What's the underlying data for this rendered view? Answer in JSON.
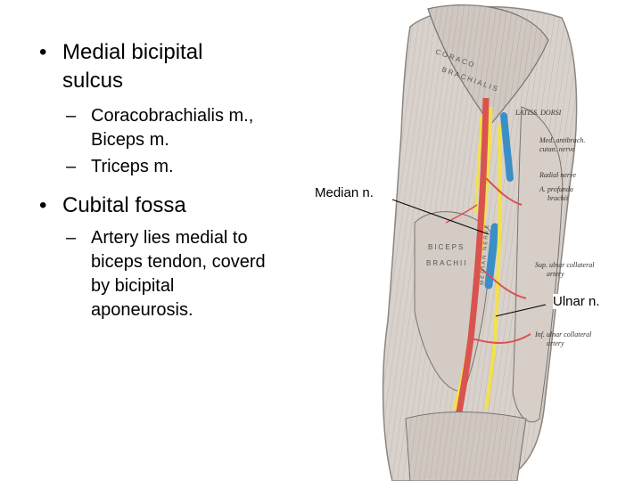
{
  "bullets": {
    "sulcus": {
      "title_line1": "Medial bicipital",
      "title_line2": "sulcus",
      "sub1_line1": "Coracobrachialis m.,",
      "sub1_line2": "Biceps m.",
      "sub2": "Triceps m."
    },
    "fossa": {
      "title": "Cubital fossa",
      "sub1_line1": "Artery lies medial to",
      "sub1_line2": "biceps tendon, coverd",
      "sub1_line3": "by bicipital",
      "sub1_line4": "aponeurosis."
    },
    "bullet_glyph": "•",
    "dash_glyph": "–"
  },
  "figure": {
    "labels": {
      "median": "Median n.",
      "ulnar": "Ulnar n."
    },
    "colors": {
      "muscle": "#d9d2cc",
      "muscle_line": "#8c8580",
      "artery": "#d9534f",
      "nerve": "#f2e14c",
      "vein": "#3b8fc8"
    },
    "plate_text": {
      "coraco": "CORACO",
      "brachialis": "BRACHIALIS",
      "biceps": "BICEPS",
      "brachii": "BRACHII",
      "lateral_cut": "LATISS. DORSI",
      "med_antibrach_1": "Med. antibrach.",
      "med_antibrach_2": "cutan. nerve",
      "radial_nerve": "Radial nerve",
      "profunda_1": "A. profunda",
      "profunda_2": "brachii",
      "sup_ulnar_1": "Sup. ulnar collateral",
      "sup_ulnar_2": "artery",
      "inf_ulnar_1": "Inf. ulnar collateral",
      "inf_ulnar_2": "artery",
      "median_nerve_vertical": "MEDIAN NERVE"
    }
  }
}
